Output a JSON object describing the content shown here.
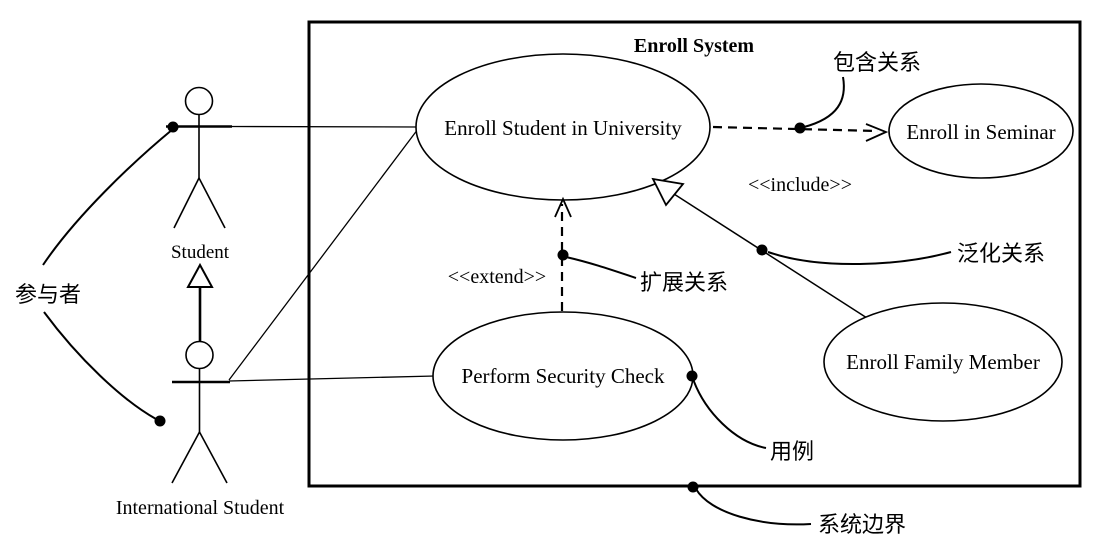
{
  "system": {
    "title": "Enroll System"
  },
  "actors": {
    "student": "Student",
    "international_student": "International Student"
  },
  "use_cases": {
    "enroll_university": "Enroll Student in University",
    "enroll_seminar": "Enroll in Seminar",
    "security_check": "Perform Security Check",
    "enroll_family": "Enroll Family Member"
  },
  "stereotypes": {
    "include": "<<include>>",
    "extend": "<<extend>>"
  },
  "annotations": {
    "actor": "参与者",
    "include_relation": "包含关系",
    "extend_relation": "扩展关系",
    "generalization_relation": "泛化关系",
    "use_case": "用例",
    "system_boundary": "系统边界"
  },
  "colors": {
    "line": "#000000",
    "background": "#ffffff"
  }
}
